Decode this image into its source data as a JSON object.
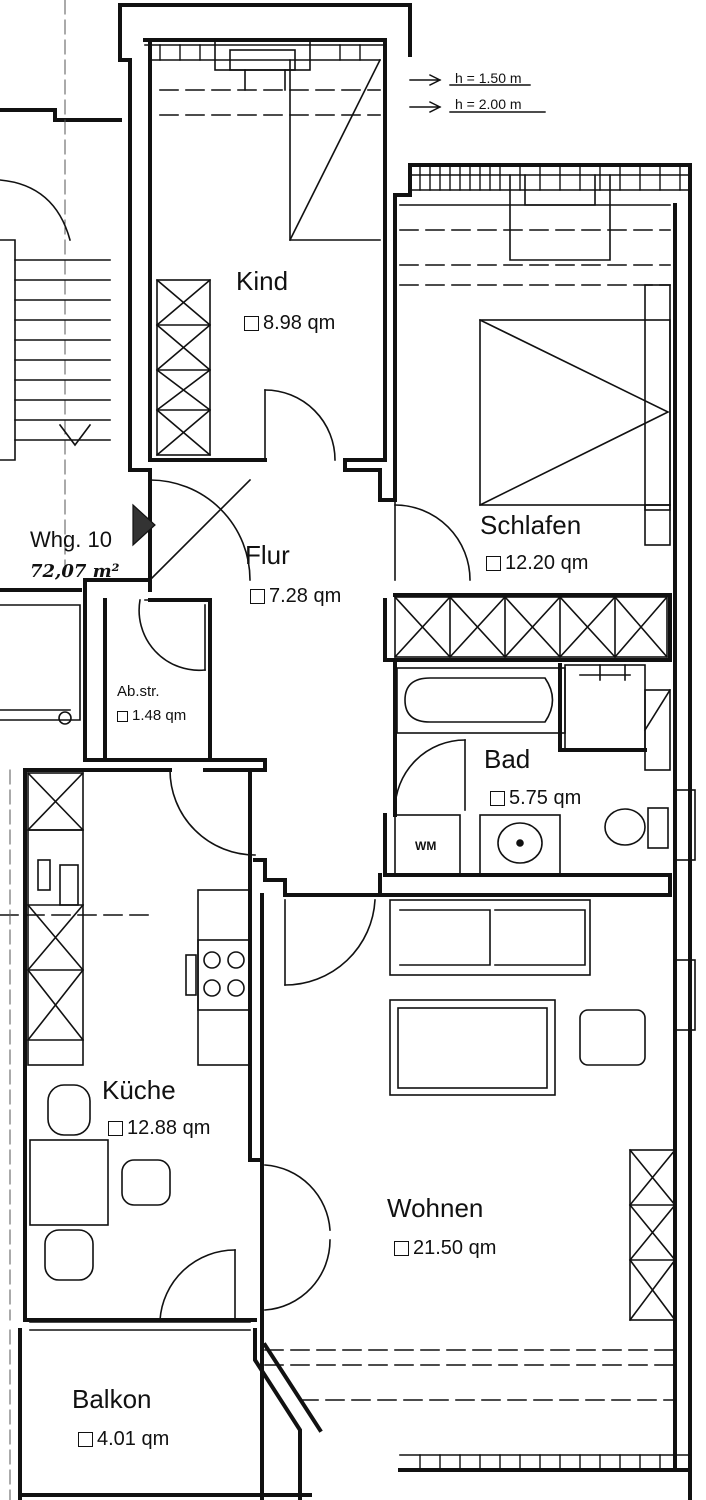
{
  "plan": {
    "unit_label": "Whg. 10",
    "unit_area": "72,07 m²",
    "height_notes": [
      "h = 1.50 m",
      "h = 2.00 m"
    ],
    "rooms": [
      {
        "id": "kind",
        "name": "Kind",
        "area": "8.98 qm"
      },
      {
        "id": "schlafen",
        "name": "Schlafen",
        "area": "12.20 qm"
      },
      {
        "id": "flur",
        "name": "Flur",
        "area": "7.28 qm"
      },
      {
        "id": "abstr",
        "name": "Ab.str.",
        "area": "1.48 qm"
      },
      {
        "id": "bad",
        "name": "Bad",
        "area": "5.75 qm"
      },
      {
        "id": "kueche",
        "name": "Küche",
        "area": "12.88 qm"
      },
      {
        "id": "wohnen",
        "name": "Wohnen",
        "area": "21.50 qm"
      },
      {
        "id": "balkon",
        "name": "Balkon",
        "area": "4.01 qm"
      }
    ],
    "fixtures": {
      "washing_machine": "WM"
    }
  }
}
